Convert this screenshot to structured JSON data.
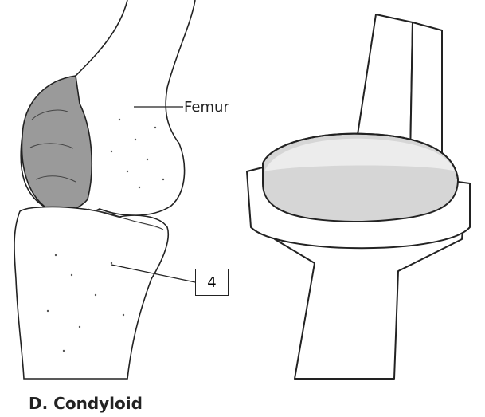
{
  "labels": {
    "femur": "Femur",
    "number": "4",
    "caption": "D. Condyloid"
  },
  "colors": {
    "ink": "#222222",
    "bone_shade": "#8a8a8a",
    "model_gray": "#d6d6d6",
    "model_light": "#ececec"
  }
}
